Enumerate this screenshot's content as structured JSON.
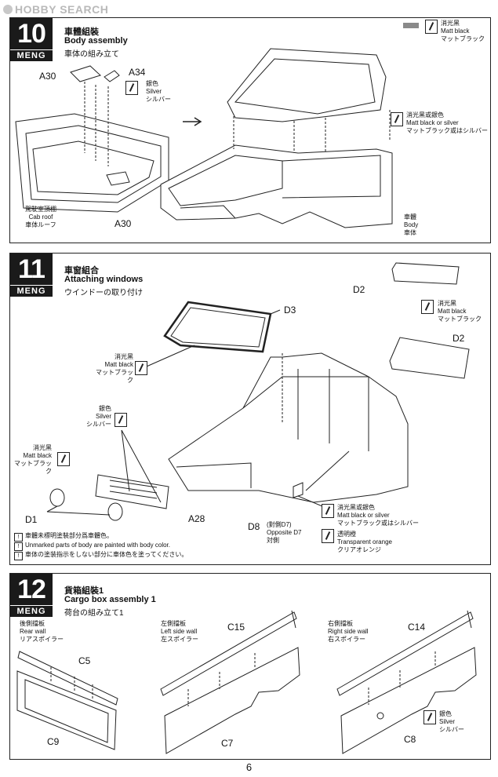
{
  "watermark": {
    "text": "HOBBY SEARCH"
  },
  "steps": [
    {
      "number": "10",
      "brand": "MENG",
      "title_zh": "車體組裝",
      "title_en": "Body assembly",
      "title_ja": "車体の組み立て",
      "parts": {
        "a30_top": "A30",
        "a34": "A34",
        "a30_bottom": "A30"
      },
      "silver": {
        "zh": "銀色",
        "en": "Silver",
        "ja": "シルバー"
      },
      "matt_black": {
        "zh": "消光黑",
        "en": "Matt black",
        "ja": "マットブラック"
      },
      "matt_black_or_silver": {
        "zh": "消光黑或銀色",
        "en": "Matt black or silver",
        "ja": "マットブラック或はシルバー"
      },
      "cab_roof": {
        "zh": "駕駛室頂棚",
        "en": "Cab roof",
        "ja": "車体ルーフ"
      },
      "body": {
        "zh": "車體",
        "en": "Body",
        "ja": "車体"
      }
    },
    {
      "number": "11",
      "brand": "MENG",
      "title_zh": "車窗組合",
      "title_en": "Attaching windows",
      "title_ja": "ウインドーの取り付け",
      "parts": {
        "d2_top": "D2",
        "d3": "D3",
        "d2_right": "D2",
        "d1": "D1",
        "a28": "A28",
        "d8": "D8"
      },
      "d8_note": {
        "zh": "(對側D7)",
        "en": "Opposite D7",
        "ja": "対側"
      },
      "matt_black_right": {
        "zh": "消光黑",
        "en": "Matt black",
        "ja": "マットブラック"
      },
      "matt_black_windshield": {
        "zh": "消光黑",
        "en": "Matt black",
        "ja": "マットブラック"
      },
      "silver": {
        "zh": "銀色",
        "en": "Silver",
        "ja": "シルバー"
      },
      "matt_black_left": {
        "zh": "消光黑",
        "en": "Matt black",
        "ja": "マットブラック"
      },
      "matt_black_or_silver": {
        "zh": "消光黑或銀色",
        "en": "Matt black or silver",
        "ja": "マットブラック或はシルバー"
      },
      "transparent_orange": {
        "zh": "透明橙",
        "en": "Transparent orange",
        "ja": "クリアオレンジ"
      },
      "notes": {
        "zh": "車體未標明塗裝部分爲車體色。",
        "en": "Unmarked parts of body are painted with body color.",
        "ja": "車体の塗装指示をしない部分に車体色を塗ってください。"
      }
    },
    {
      "number": "12",
      "brand": "MENG",
      "title_zh": "貨箱組裝1",
      "title_en": "Cargo box assembly 1",
      "title_ja": "荷台の組み立て1",
      "rear_wall": {
        "zh": "後側擋板",
        "en": "Rear wall",
        "ja": "リアスポイラー"
      },
      "left_wall": {
        "zh": "左側擋板",
        "en": "Left side wall",
        "ja": "左スポイラー"
      },
      "right_wall": {
        "zh": "右側擋板",
        "en": "Right side wall",
        "ja": "右スポイラー"
      },
      "parts": {
        "c5": "C5",
        "c9": "C9",
        "c15": "C15",
        "c7": "C7",
        "c14": "C14",
        "c8": "C8"
      },
      "silver": {
        "zh": "銀色",
        "en": "Silver",
        "ja": "シルバー"
      }
    }
  ],
  "page_number": "6"
}
